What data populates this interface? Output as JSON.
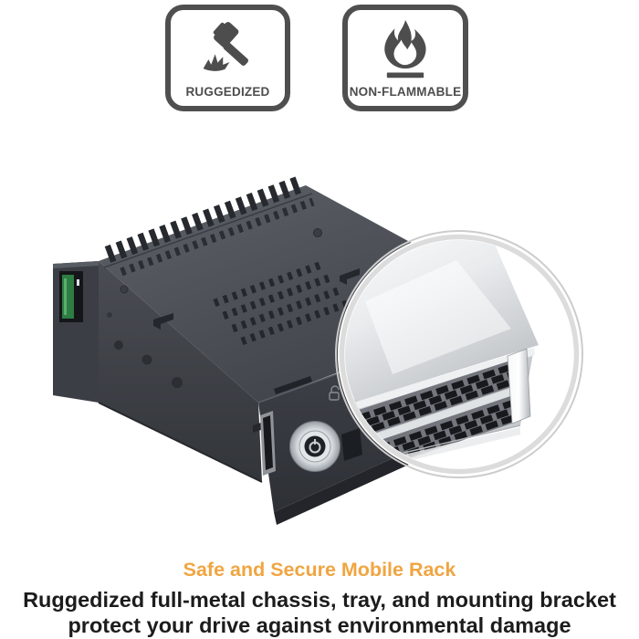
{
  "badges": [
    {
      "label": "RUGGEDIZED",
      "icon": "hammer-impact-icon"
    },
    {
      "label": "NON-FLAMMABLE",
      "icon": "flame-icon"
    }
  ],
  "caption": {
    "title": "Safe and Secure Mobile Rack",
    "line1": "Ruggedized full-metal chassis, tray, and mounting bracket",
    "line2": "protect your drive against environmental damage"
  },
  "colors": {
    "accent_orange": "#F0A541",
    "badge_border": "#4F4F4F",
    "body_text": "#1C1C1C"
  }
}
